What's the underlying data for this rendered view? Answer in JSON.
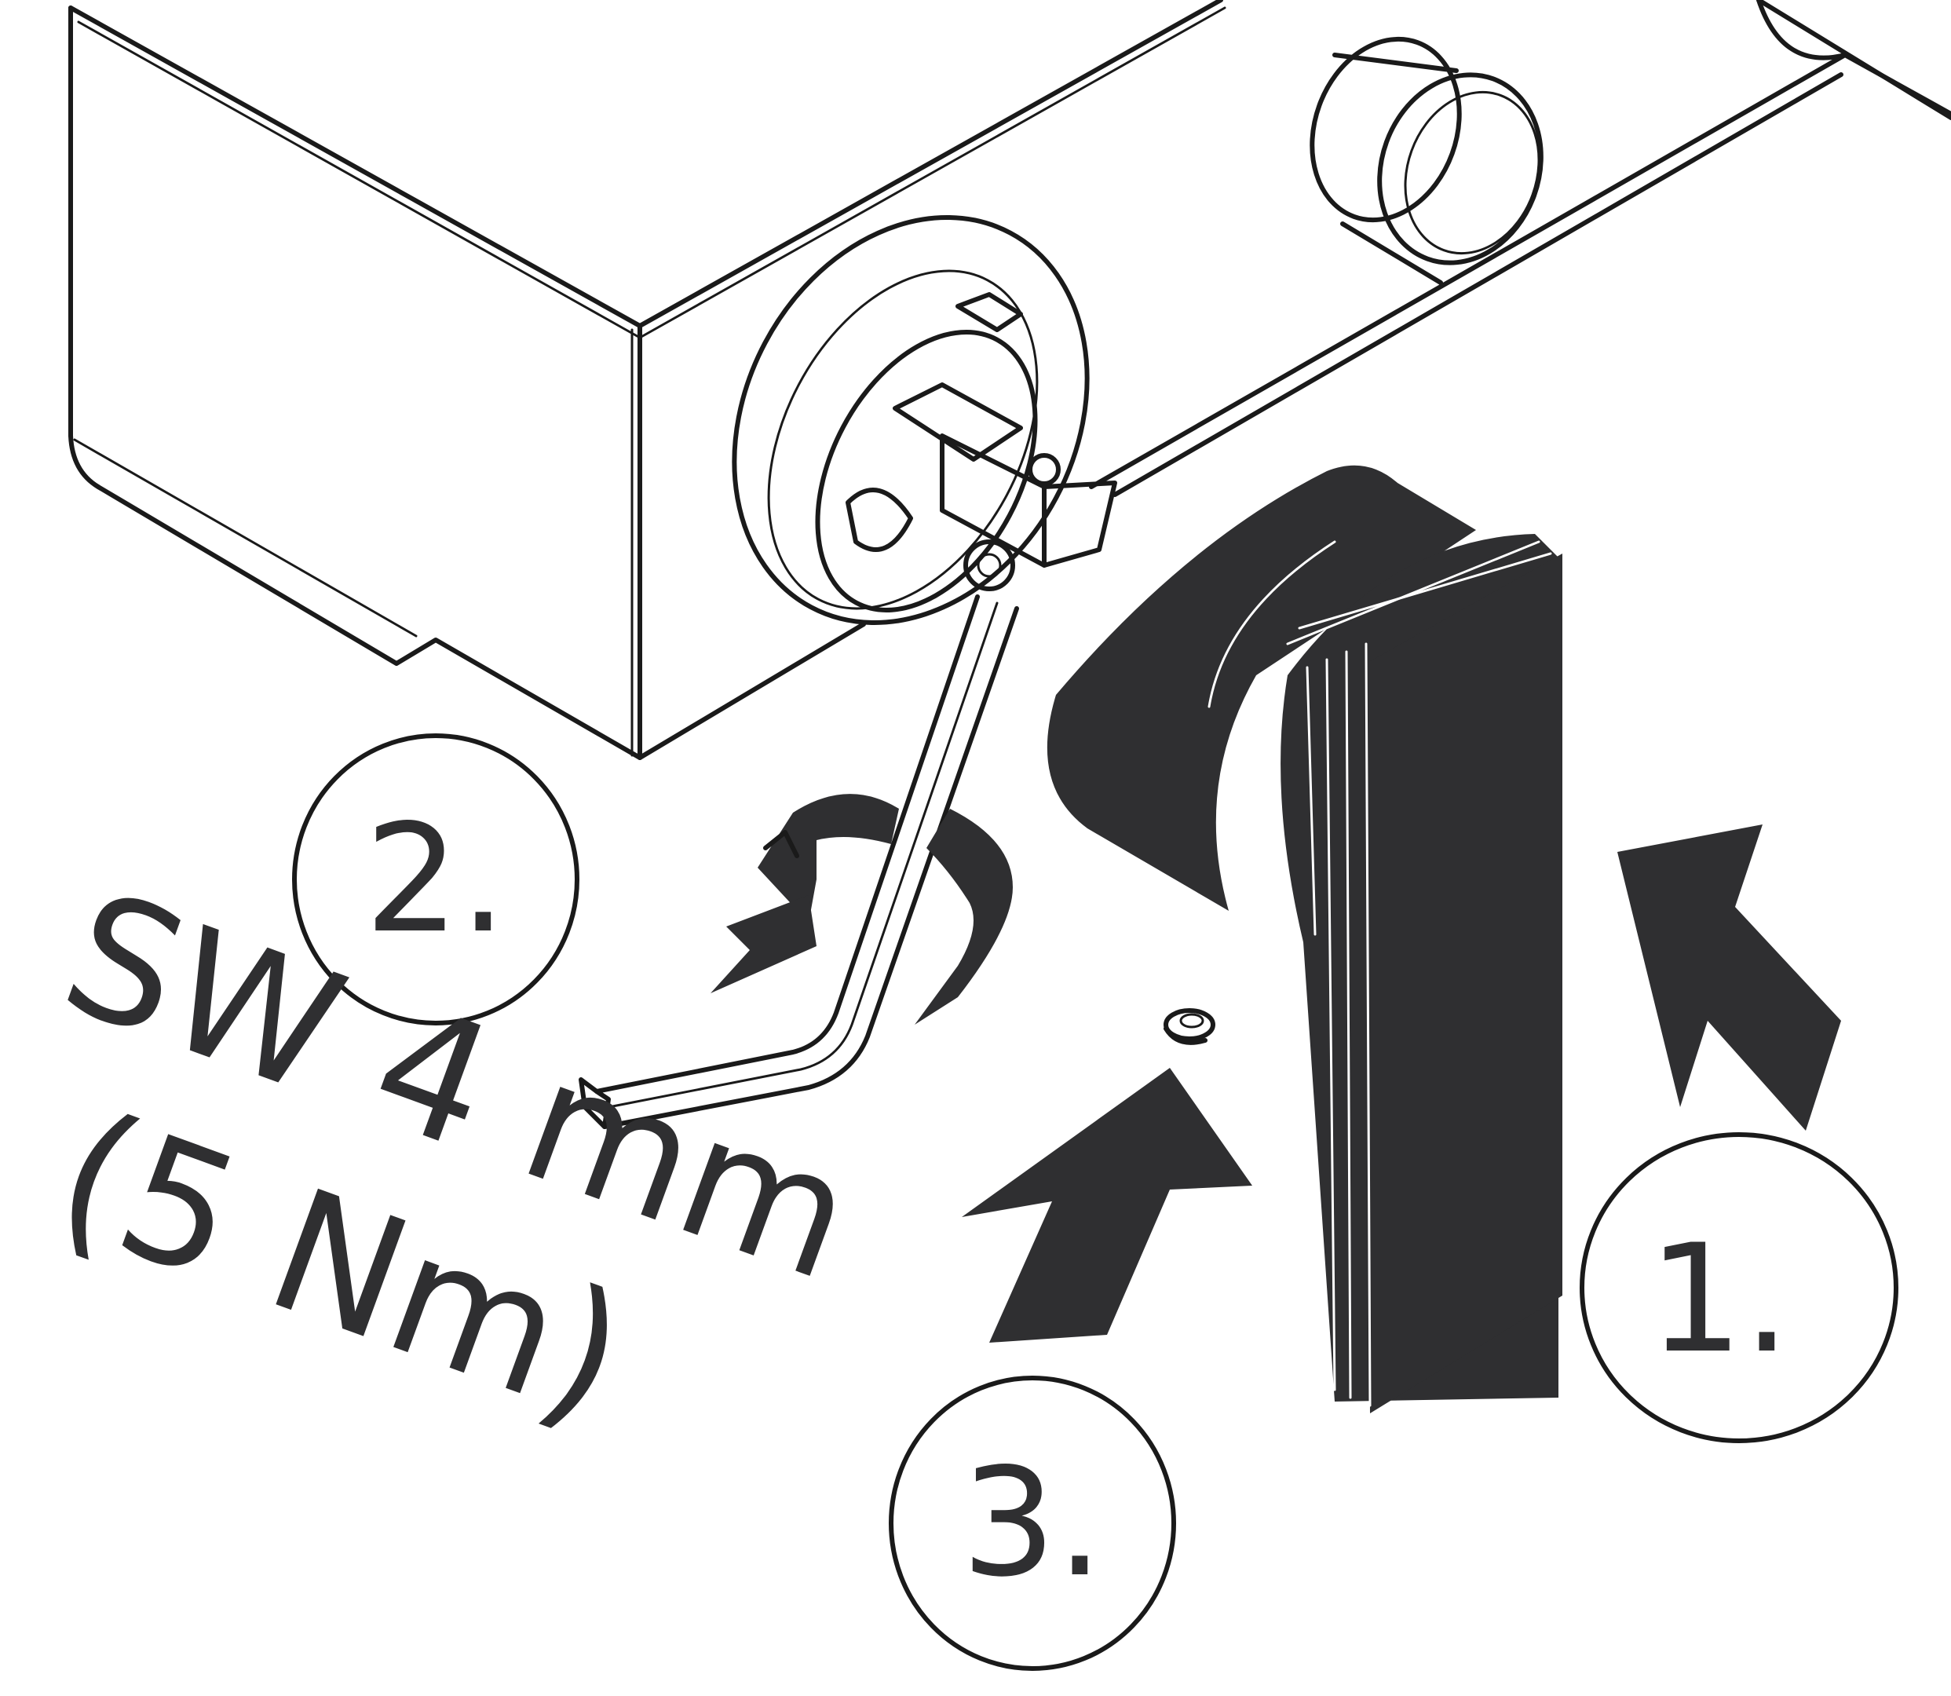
{
  "colors": {
    "ink": "#1a1a1a",
    "fill_dark": "#2f2f31",
    "background": "#ffffff"
  },
  "steps": [
    {
      "label": "1."
    },
    {
      "label": "2."
    },
    {
      "label": "3."
    }
  ],
  "spec": {
    "line1": "SW 4 mm",
    "line2": "(5 Nm)"
  }
}
